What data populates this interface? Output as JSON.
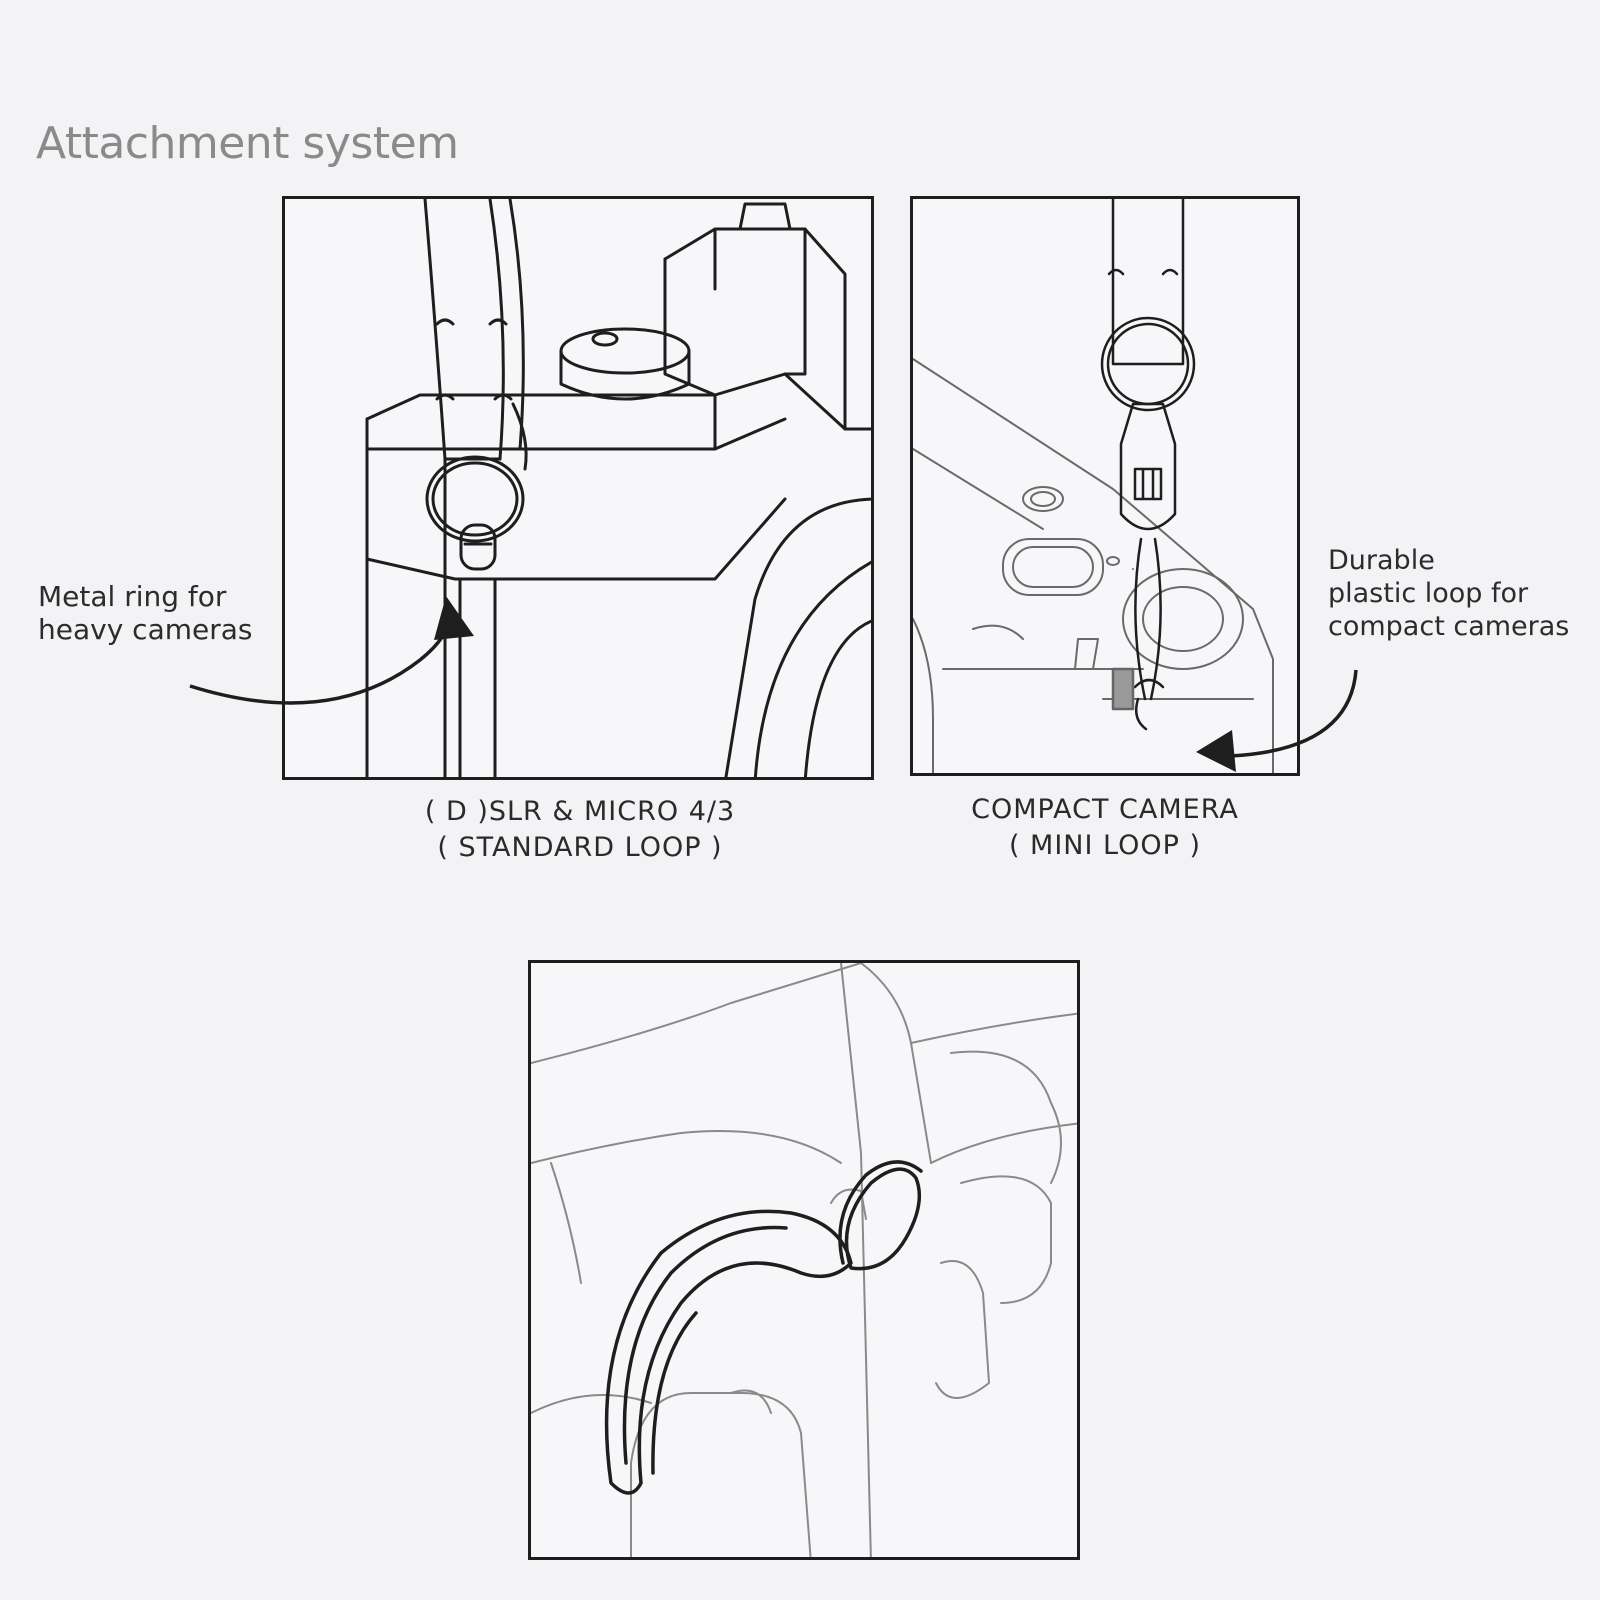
{
  "title": "Attachment system",
  "callouts": {
    "metal_ring": [
      "Metal ring for",
      "heavy cameras"
    ],
    "plastic_loop": [
      "Durable",
      "plastic loop for",
      "compact cameras"
    ]
  },
  "captions": {
    "dslr": [
      "( D )SLR & MICRO 4/3",
      "( STANDARD LOOP )"
    ],
    "compact": [
      "COMPACT CAMERA",
      "( MINI LOOP )"
    ]
  }
}
